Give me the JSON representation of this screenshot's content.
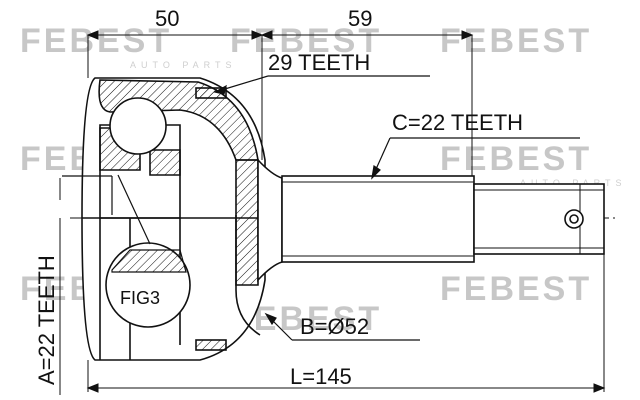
{
  "watermark": {
    "brand": "FEBEST",
    "sub": "AUTO PARTS"
  },
  "dimensions": {
    "outer_length": "50",
    "shaft_length": "59",
    "total_length": "L=145"
  },
  "callouts": {
    "outer_teeth": "29 TEETH",
    "shaft_teeth": "C=22 TEETH",
    "inner_teeth": "A=22 TEETH",
    "seal_diameter": "B=Ø52",
    "figure": "FIG3"
  },
  "colors": {
    "line": "#111111",
    "watermark": "#c7c7c7"
  }
}
